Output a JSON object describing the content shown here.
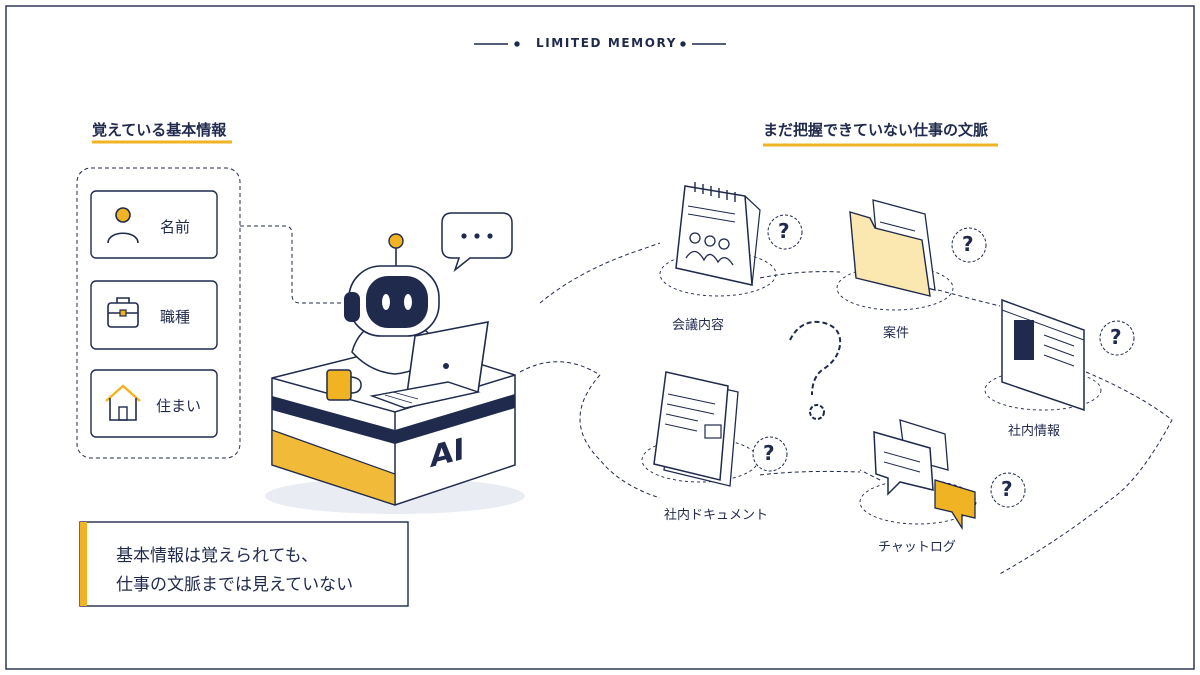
{
  "eyebrow": "LIMITED MEMORY",
  "left": {
    "heading": "覚えている基本情報",
    "cards": [
      {
        "label": "名前",
        "icon": "person-icon"
      },
      {
        "label": "職種",
        "icon": "briefcase-icon"
      },
      {
        "label": "住まい",
        "icon": "house-icon"
      }
    ]
  },
  "center": {
    "desk_label": "AI",
    "speech_bubble": "..."
  },
  "right": {
    "heading": "まだ把握できていない仕事の文脈",
    "items": [
      {
        "label": "会議内容",
        "icon": "calendar-icon"
      },
      {
        "label": "案件",
        "icon": "folder-icon"
      },
      {
        "label": "社内情報",
        "icon": "building-window-icon"
      },
      {
        "label": "社内ドキュメント",
        "icon": "document-icon"
      },
      {
        "label": "チャットログ",
        "icon": "chat-icon"
      }
    ],
    "question_mark": "?"
  },
  "callout": {
    "line1": "基本情報は覚えられても、",
    "line2": "仕事の文脈までは見えていない"
  },
  "colors": {
    "navy": "#1f2a4d",
    "accent": "#f0b323",
    "pale_accent": "#fbe7b0",
    "border": "#1f2a4d"
  }
}
